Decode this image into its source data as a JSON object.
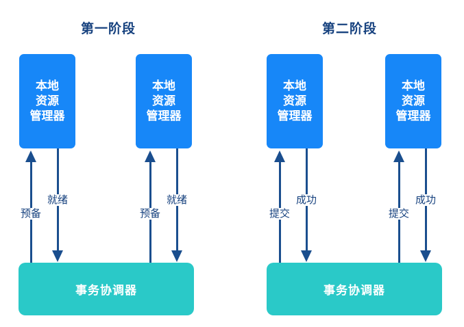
{
  "colors": {
    "background": "#ffffff",
    "box_blue": "#1787f8",
    "box_teal": "#2ac9c8",
    "arrow_navy": "#1a4e8e",
    "text_navy": "#17427f",
    "box_text": "#ffffff"
  },
  "resource_manager": {
    "lines": [
      "本地",
      "资源",
      "管理器"
    ]
  },
  "phases": [
    {
      "title": "第一阶段",
      "request_label": "预备",
      "response_label": "就绪",
      "coordinator_label": "事务协调器"
    },
    {
      "title": "第二阶段",
      "request_label": "提交",
      "response_label": "成功",
      "coordinator_label": "事务协调器"
    }
  ]
}
